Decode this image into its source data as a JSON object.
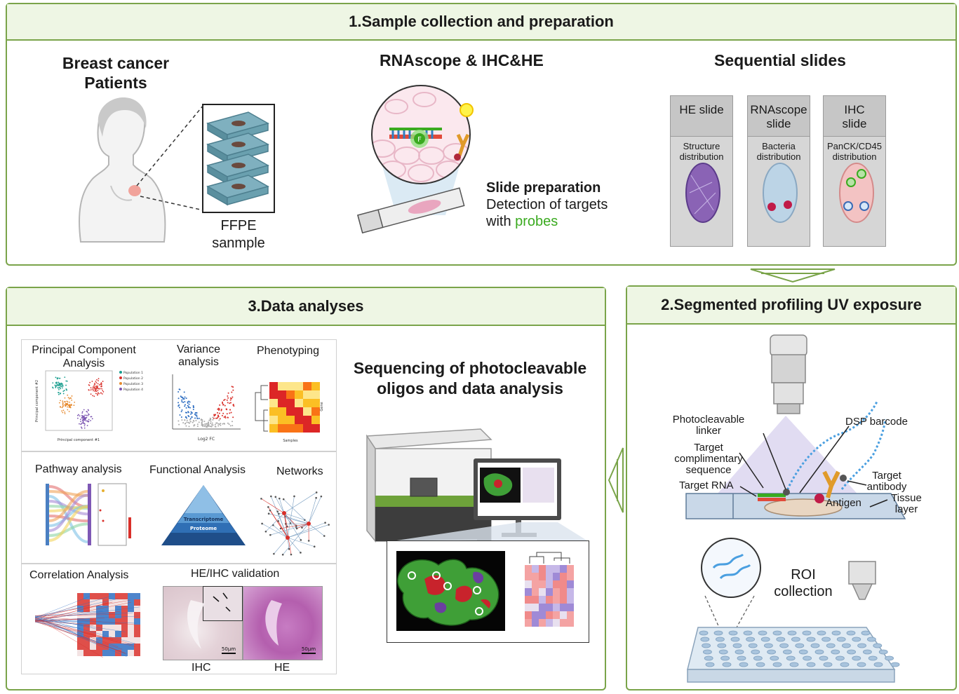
{
  "section1": {
    "title": "1.Sample collection and preparation",
    "patients_line1": "Breast cancer",
    "patients_line2": "Patients",
    "ffpe_line1": "FFPE",
    "ffpe_line2": "sanmple",
    "rnascope_title": "RNAscope & IHC&HE",
    "probe_letter": "F",
    "slide_prep_title": "Slide preparation",
    "slide_prep_line2": "Detection of targets",
    "slide_prep_with": "with ",
    "slide_prep_probes": "probes",
    "sequential_title": "Sequential slides",
    "slides": [
      {
        "header1": "HE slide",
        "header2": "",
        "desc1": "Structure",
        "desc2": "distribution"
      },
      {
        "header1": "RNAscope",
        "header2": "slide",
        "desc1": "Bacteria",
        "desc2": "distribution"
      },
      {
        "header1": "IHC",
        "header2": "slide",
        "desc1": "PanCK/CD45",
        "desc2": "distribution"
      }
    ]
  },
  "section2": {
    "title": "2.Segmented profiling UV exposure",
    "labels": {
      "photocleavable1": "Photocleavable",
      "photocleavable2": "linker",
      "dsp_barcode": "DSP barcode",
      "target_comp1": "Target",
      "target_comp2": "complimentary",
      "target_comp3": "sequence",
      "target_rna": "Target RNA",
      "target_antibody1": "Target",
      "target_antibody2": "antibody",
      "antigen": "Antigen",
      "tissue1": "Tissue",
      "tissue2": "layer",
      "roi1": "ROI",
      "roi2": "collection"
    }
  },
  "section3": {
    "title": "3.Data analyses",
    "pca_line1": "Principal Component",
    "pca_line2": "Analysis",
    "pca_legend": [
      "Population 1",
      "Population 2",
      "Population 3",
      "Population 4"
    ],
    "pca_xlabel": "Principal component #1",
    "pca_ylabel": "Principal component #2",
    "variance_line1": "Variance",
    "variance_line2": "analysis",
    "variance_xlabel": "Log2 FC",
    "phenotyping": "Phenotyping",
    "phenotyping_xlabel": "Samples",
    "phenotyping_ylabel": "Gene",
    "pathway": "Pathway analysis",
    "functional": "Functional Analysis",
    "pyramid": [
      "Transcriptome",
      "Proteome"
    ],
    "networks": "Networks",
    "correlation": "Correlation Analysis",
    "validation": "HE/IHC validation",
    "scale": "50μm",
    "ihc": "IHC",
    "he": "HE",
    "sequencing_line1": "Sequencing of photocleavable",
    "sequencing_line2": "oligos and data analysis"
  },
  "colors": {
    "panel_border": "#7aa44a",
    "panel_header": "#eef6e4",
    "probe_green": "#3aaa1f"
  }
}
